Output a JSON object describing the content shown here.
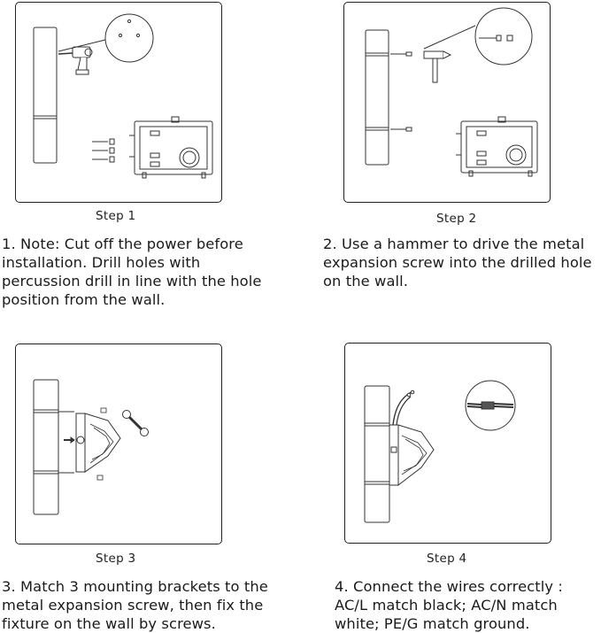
{
  "steps": [
    {
      "label": "Step 1",
      "text": "1. Note: Cut off the power before installation. Drill holes with percussion drill in line with the hole position from the wall."
    },
    {
      "label": "Step 2",
      "text": "2. Use a hammer to drive the metal expansion screw into the drilled hole on the wall."
    },
    {
      "label": "Step 3",
      "text": "3. Match 3 mounting brackets to the metal expansion screw, then fix the fixture on the wall by screws."
    },
    {
      "label": "Step 4",
      "text": "4. Connect the wires correctly : AC/L match black; AC/N match white; PE/G match ground."
    }
  ]
}
